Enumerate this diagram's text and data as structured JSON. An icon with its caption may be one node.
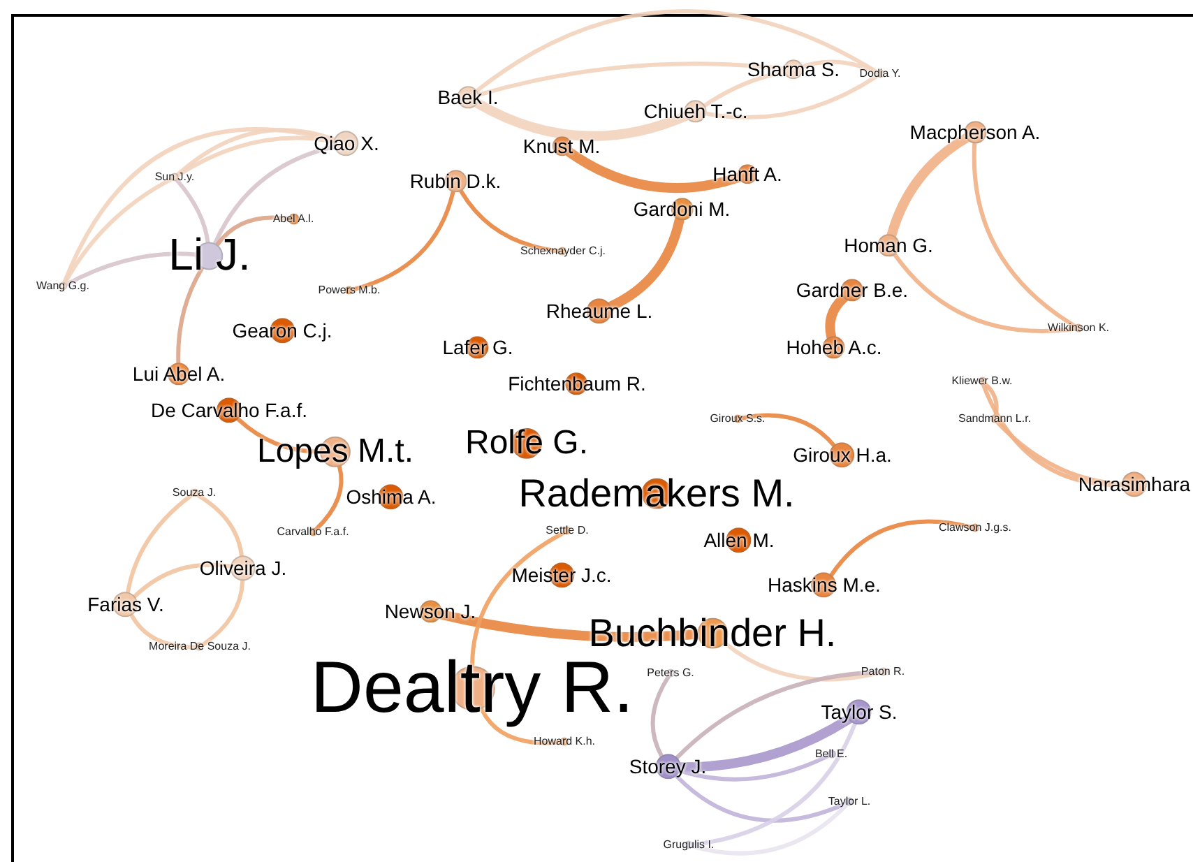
{
  "diagram": {
    "nodes": [
      {
        "text": [
          "Sharma S."
        ]
      },
      {
        "text": [
          "Dodia Y."
        ]
      },
      {
        "text": [
          "Baek I."
        ]
      },
      {
        "text": [
          "Qiao X."
        ]
      },
      {
        "text": [
          "Chiueh T.-c."
        ]
      },
      {
        "text": [
          "Macpherson A."
        ]
      },
      {
        "text": [
          "Knust M."
        ]
      },
      {
        "text": [
          "Sun J.y."
        ]
      },
      {
        "text": [
          "Hanft A."
        ]
      },
      {
        "text": [
          "Rubin D.k."
        ]
      },
      {
        "text": [
          "Gardoni M."
        ]
      },
      {
        "text": [
          "Abel A.l."
        ]
      },
      {
        "text": [
          "Li J."
        ]
      },
      {
        "text": [
          "Schexnayder C.j."
        ]
      },
      {
        "text": [
          "Homan G."
        ]
      },
      {
        "text": [
          "Wang G.g."
        ]
      },
      {
        "text": [
          "Powers M.b."
        ]
      },
      {
        "text": [
          "Gardner B.e."
        ]
      },
      {
        "text": [
          "Wilkinson K."
        ]
      },
      {
        "text": [
          "Gearon C.j."
        ]
      },
      {
        "text": [
          "Rheaume L."
        ]
      },
      {
        "text": [
          "Lafer G."
        ]
      },
      {
        "text": [
          "Hoheb A.c."
        ]
      },
      {
        "text": [
          "Lui Abel A."
        ]
      },
      {
        "text": [
          "Fichtenbaum R."
        ]
      },
      {
        "text": [
          "Kliewer B.w."
        ]
      },
      {
        "text": [
          "De Carvalho F.a.f."
        ]
      },
      {
        "text": [
          "Giroux S.s."
        ]
      },
      {
        "text": [
          "Sandmann L.r."
        ]
      },
      {
        "text": [
          "Lopes M.t."
        ]
      },
      {
        "text": [
          "Rolfe G."
        ]
      },
      {
        "text": [
          "Giroux H.a."
        ]
      },
      {
        "text": [
          "Narasimhara"
        ]
      },
      {
        "text": [
          "Rademakers M."
        ]
      },
      {
        "text": [
          "Oshima A."
        ]
      },
      {
        "text": [
          "Souza J."
        ]
      },
      {
        "text": [
          "Carvalho F.a.f."
        ]
      },
      {
        "text": [
          "Settle D."
        ]
      },
      {
        "text": [
          "Clawson J.g.s."
        ]
      },
      {
        "text": [
          "Allen M."
        ]
      },
      {
        "text": [
          "Oliveira J."
        ]
      },
      {
        "text": [
          "Meister J.c."
        ]
      },
      {
        "text": [
          "Haskins M.e."
        ]
      },
      {
        "text": [
          "Farias V."
        ]
      },
      {
        "text": [
          "Newson J."
        ]
      },
      {
        "text": [
          "Buchbinder H."
        ]
      },
      {
        "text": [
          "Moreira De Souza J."
        ]
      },
      {
        "text": [
          "Peters G."
        ]
      },
      {
        "text": [
          "Paton R."
        ]
      },
      {
        "text": [
          "Dealtry R."
        ]
      },
      {
        "text": [
          "Taylor S."
        ]
      },
      {
        "text": [
          "Howard K.h."
        ]
      },
      {
        "text": [
          "Bell E."
        ]
      },
      {
        "text": [
          "Storey J."
        ]
      },
      {
        "text": [
          "Taylor L."
        ]
      },
      {
        "text": [
          "Grugulis I."
        ]
      }
    ],
    "edges": [
      {
        "from": 2,
        "to": 1,
        "arrow": "none",
        "color": "#f2d3bc"
      },
      {
        "from": 2,
        "to": 0,
        "arrow": "none",
        "color": "#f2d3bc"
      },
      {
        "from": 2,
        "to": 4,
        "arrow": "none",
        "style": "thick",
        "color": "#f2d3bc"
      },
      {
        "from": 0,
        "to": 4,
        "arrow": "none",
        "color": "#f2d3bc"
      },
      {
        "from": 0,
        "to": 1,
        "arrow": "none",
        "color": "#f2d3bc"
      },
      {
        "from": 4,
        "to": 1,
        "arrow": "none",
        "color": "#f2d3bc"
      },
      {
        "from": 6,
        "to": 8,
        "arrow": "none",
        "style": "thick",
        "color": "#e8853f"
      },
      {
        "from": 10,
        "to": 20,
        "arrow": "none",
        "style": "thick",
        "color": "#e8853f"
      },
      {
        "from": 9,
        "to": 16,
        "arrow": "none",
        "color": "#e8853f"
      },
      {
        "from": 9,
        "to": 13,
        "arrow": "none",
        "color": "#e8853f"
      },
      {
        "from": 12,
        "to": 3,
        "arrow": "none",
        "color": "#d8c4cc"
      },
      {
        "from": 12,
        "to": 7,
        "arrow": "none",
        "color": "#d8c4cc"
      },
      {
        "from": 12,
        "to": 15,
        "arrow": "none",
        "color": "#d8c4cc"
      },
      {
        "from": 12,
        "to": 11,
        "arrow": "none",
        "color": "#dca488"
      },
      {
        "from": 12,
        "to": 23,
        "arrow": "none",
        "color": "#dca488"
      },
      {
        "from": 7,
        "to": 3,
        "arrow": "none",
        "color": "#f2d3bc"
      },
      {
        "from": 7,
        "to": 3,
        "arrow": "none",
        "color": "#f2d3bc"
      },
      {
        "from": 15,
        "to": 3,
        "arrow": "none",
        "color": "#f2d3bc"
      },
      {
        "from": 7,
        "to": 15,
        "arrow": "none",
        "color": "#f2d3bc"
      },
      {
        "from": 5,
        "to": 14,
        "arrow": "none",
        "style": "thick",
        "color": "#f0b085"
      },
      {
        "from": 5,
        "to": 18,
        "arrow": "none",
        "color": "#f0b085"
      },
      {
        "from": 14,
        "to": 18,
        "arrow": "none",
        "color": "#f0b085"
      },
      {
        "from": 17,
        "to": 22,
        "arrow": "none",
        "style": "thick",
        "color": "#e8853f"
      },
      {
        "from": 25,
        "to": 28,
        "arrow": "none",
        "color": "#f0b085"
      },
      {
        "from": 25,
        "to": 32,
        "arrow": "none",
        "color": "#f0b085"
      },
      {
        "from": 28,
        "to": 32,
        "arrow": "none",
        "color": "#f0b085"
      },
      {
        "from": 27,
        "to": 31,
        "arrow": "none",
        "color": "#e8853f"
      },
      {
        "from": 42,
        "to": 38,
        "arrow": "none",
        "color": "#e8853f"
      },
      {
        "from": 26,
        "to": 29,
        "arrow": "none",
        "color": "#e8853f"
      },
      {
        "from": 29,
        "to": 36,
        "arrow": "none",
        "color": "#e8853f"
      },
      {
        "from": 35,
        "to": 40,
        "arrow": "none",
        "color": "#f2c4a0"
      },
      {
        "from": 35,
        "to": 43,
        "arrow": "none",
        "color": "#f2c4a0"
      },
      {
        "from": 43,
        "to": 40,
        "arrow": "none",
        "color": "#f2c4a0"
      },
      {
        "from": 43,
        "to": 46,
        "arrow": "none",
        "color": "#f2c4a0"
      },
      {
        "from": 40,
        "to": 46,
        "arrow": "none",
        "color": "#f2c4a0"
      },
      {
        "from": 44,
        "to": 45,
        "arrow": "none",
        "style": "thick",
        "color": "#e8853f"
      },
      {
        "from": 49,
        "to": 37,
        "arrow": "none",
        "color": "#f0a060"
      },
      {
        "from": 49,
        "to": 51,
        "arrow": "none",
        "color": "#f0a060"
      },
      {
        "from": 45,
        "to": 48,
        "arrow": "none",
        "color": "#f2d3bc"
      },
      {
        "from": 47,
        "to": 53,
        "arrow": "none",
        "color": "#c8b0b8"
      },
      {
        "from": 53,
        "to": 48,
        "arrow": "none",
        "color": "#c8b0b8"
      },
      {
        "from": 53,
        "to": 50,
        "arrow": "none",
        "style": "thick",
        "color": "#a797cc"
      },
      {
        "from": 53,
        "to": 52,
        "arrow": "none",
        "color": "#c0b4d8"
      },
      {
        "from": 53,
        "to": 54,
        "arrow": "none",
        "color": "#c0b4d8"
      },
      {
        "from": 50,
        "to": 55,
        "arrow": "none",
        "color": "#d8d0e8"
      },
      {
        "from": 55,
        "to": 54,
        "arrow": "none",
        "color": "#e8e4f0"
      }
    ]
  }
}
